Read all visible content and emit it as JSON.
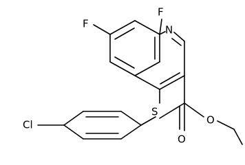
{
  "molecule": {
    "atoms": {
      "f_top": "F",
      "f_left": "F",
      "n_ring": "N",
      "s_thio": "S",
      "cl": "Cl",
      "o_carbonyl": "O",
      "o_ester": "O"
    }
  },
  "colors": {
    "background": "#ffffff",
    "ink": "#000000"
  }
}
